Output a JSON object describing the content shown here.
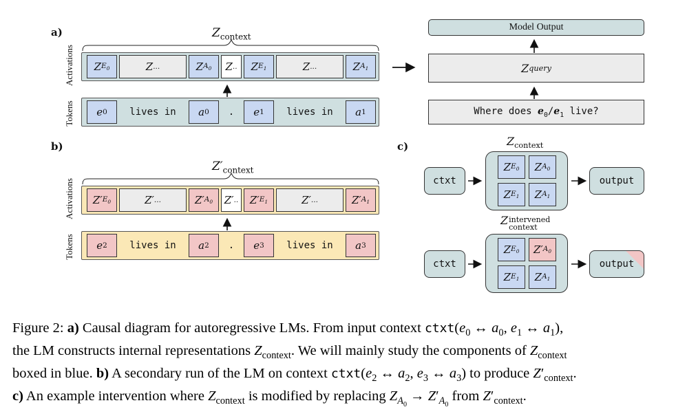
{
  "panel_labels": {
    "a": "a)",
    "b": "b)",
    "c": "c)"
  },
  "axis_labels": {
    "activations": "Activations",
    "tokens": "Tokens"
  },
  "panel_a": {
    "brace_label": "Zcontext",
    "activations": [
      "ZE0",
      "Z...",
      "ZA0",
      "Z...",
      "ZE1",
      "Z...",
      "ZA1"
    ],
    "tokens": [
      "e0",
      "lives in",
      "a0",
      ".",
      "e1",
      "lives in",
      "a1"
    ],
    "model_output": "Model Output",
    "z_query": "Zquery",
    "query_text": "Where does e0/e1 live?"
  },
  "panel_b": {
    "brace_label": "Z′context",
    "activations": [
      "Z′E0",
      "Z′...",
      "Z′A0",
      "Z′...",
      "Z′E1",
      "Z′...",
      "Z′A1"
    ],
    "tokens": [
      "e2",
      "lives in",
      "a2",
      ".",
      "e3",
      "lives in",
      "a3"
    ]
  },
  "panel_c": {
    "top_label": "Zcontext",
    "bottom_label": "Zintervened context",
    "ctxt": "ctxt",
    "output": "output",
    "grid_top": [
      "ZE0",
      "ZA0",
      "ZE1",
      "ZA1"
    ],
    "grid_bottom": [
      "ZE0",
      "Z′A0",
      "ZE1",
      "ZA1"
    ]
  },
  "caption": {
    "fig": "Figure 2:",
    "line1": "a) Causal diagram for autoregressive LMs. From input context ctxt(e0 ↔ a0, e1 ↔ a1),",
    "line2": "the LM constructs internal representations Zcontext. We will mainly study the components of Zcontext",
    "line3": "boxed in blue. b) A secondary run of the LM on context ctxt(e2 ↔ a2, e3 ↔ a3) to produce Z′context.",
    "line4": "c) An example intervention where Zcontext is modified by replacing ZA0 → Z′A0 from Z′context."
  },
  "colors": {
    "blue_cell": "#c9d8f2",
    "red_cell": "#f2c6c6",
    "teal_bg": "#cfdfe0",
    "yellow_bg": "#fbe8b6",
    "gray_cell": "#ececec"
  }
}
